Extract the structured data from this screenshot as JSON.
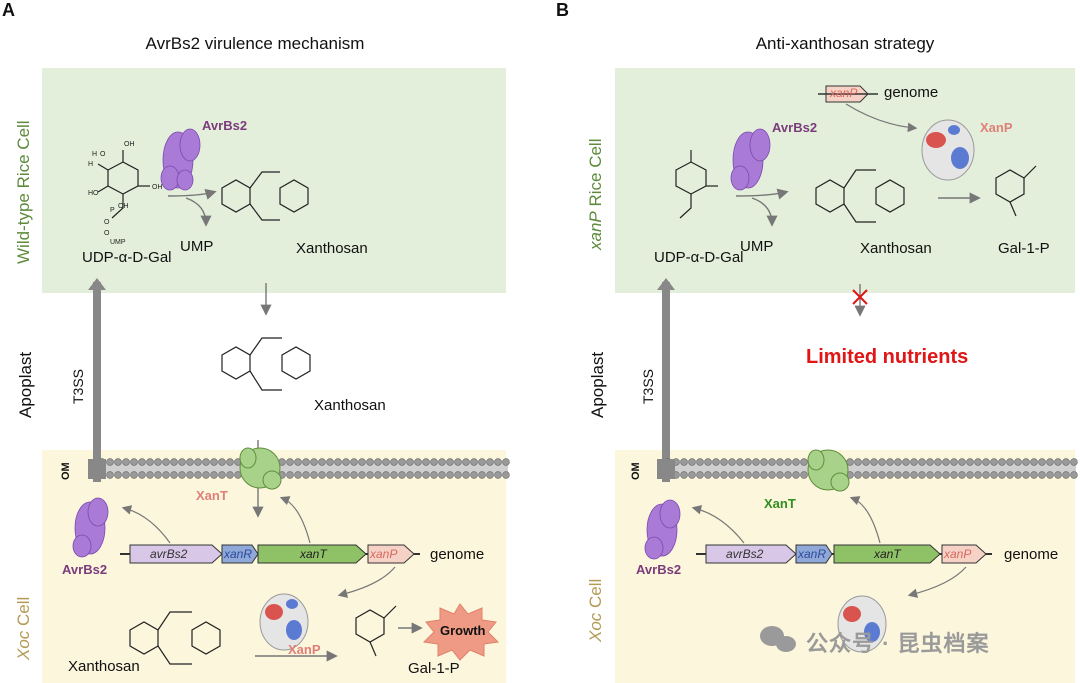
{
  "panels": {
    "a": {
      "letter": "A",
      "title": "AvrBs2 virulence mechanism",
      "cell_label": "Wild-type Rice Cell",
      "apoplast_label": "Apoplast",
      "t3ss_label": "T3SS",
      "om_label": "OM",
      "xoc_label_italic": "Xoc",
      "xoc_label_rest": " Cell",
      "avrbs2_top": "AvrBs2",
      "udp_gal": "UDP-α-D-Gal",
      "ump": "UMP",
      "xanthosan_top": "Xanthosan",
      "xanthosan_mid": "Xanthosan",
      "xant_label": "XanT",
      "avrbs2_bottom": "AvrBs2",
      "genome_label": "genome",
      "genes": [
        "avrBs2",
        "xanR",
        "xanT",
        "xanP"
      ],
      "xanthosan_bottom": "Xanthosan",
      "xanp_label": "XanP",
      "gal1p": "Gal-1-P",
      "growth": "Growth"
    },
    "b": {
      "letter": "B",
      "title": "Anti-xanthosan strategy",
      "cell_label_italic": "xanP",
      "cell_label_rest": " Rice Cell",
      "apoplast_label": "Apoplast",
      "t3ss_label": "T3SS",
      "om_label": "OM",
      "xoc_label_italic": "Xoc",
      "xoc_label_rest": " Cell",
      "xanp_gene_top": "xanP",
      "genome_top": "genome",
      "avrbs2_top": "AvrBs2",
      "xanp_protein_top": "XanP",
      "udp_gal": "UDP-α-D-Gal",
      "ump": "UMP",
      "xanthosan": "Xanthosan",
      "gal1p": "Gal-1-P",
      "limited": "Limited nutrients",
      "xant_label": "XanT",
      "avrbs2_bottom": "AvrBs2",
      "genome_label": "genome",
      "genes": [
        "avrBs2",
        "xanR",
        "xanT",
        "xanP"
      ]
    }
  },
  "watermark": "公众号 · 昆虫档案",
  "colors": {
    "green_region": "#e3efdb",
    "yellow_region": "#fbf6dc",
    "avrbs2_gene": "#d8c7e6",
    "xanr_gene": "#8fa8d8",
    "xant_gene": "#8fc167",
    "xanp_gene": "#f6d2c6",
    "limited_red": "#e01515"
  },
  "icons": [
    "arrow-icon",
    "membrane-icon",
    "protein-icon",
    "molecule-icon",
    "cross-icon",
    "wechat-icon"
  ]
}
